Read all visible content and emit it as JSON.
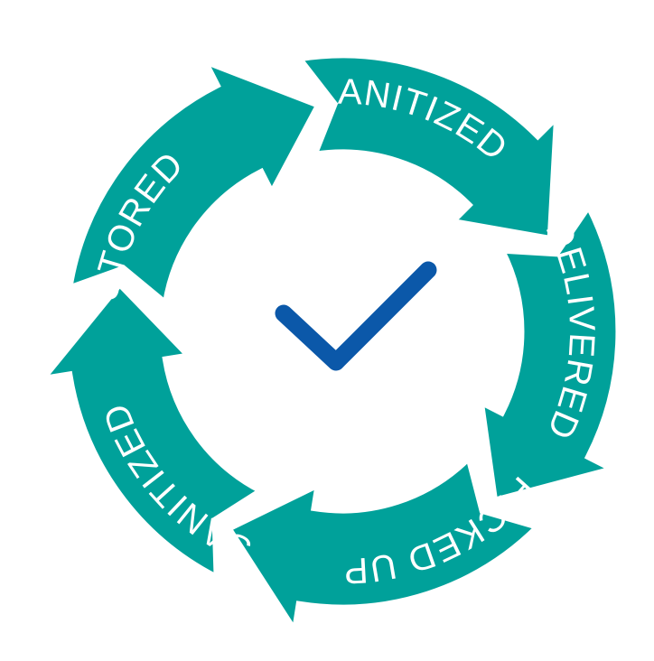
{
  "diagram": {
    "colors": {
      "arrow": "#00a19a",
      "label": "#ffffff",
      "check": "#0b58a9",
      "background": "#ffffff"
    },
    "center_icon": "checkmark-icon",
    "stages": [
      {
        "label": "SANITIZED"
      },
      {
        "label": "DELIVERED"
      },
      {
        "label": "PICKED UP"
      },
      {
        "label": "SANITIZED"
      },
      {
        "label": "STORED"
      }
    ]
  }
}
